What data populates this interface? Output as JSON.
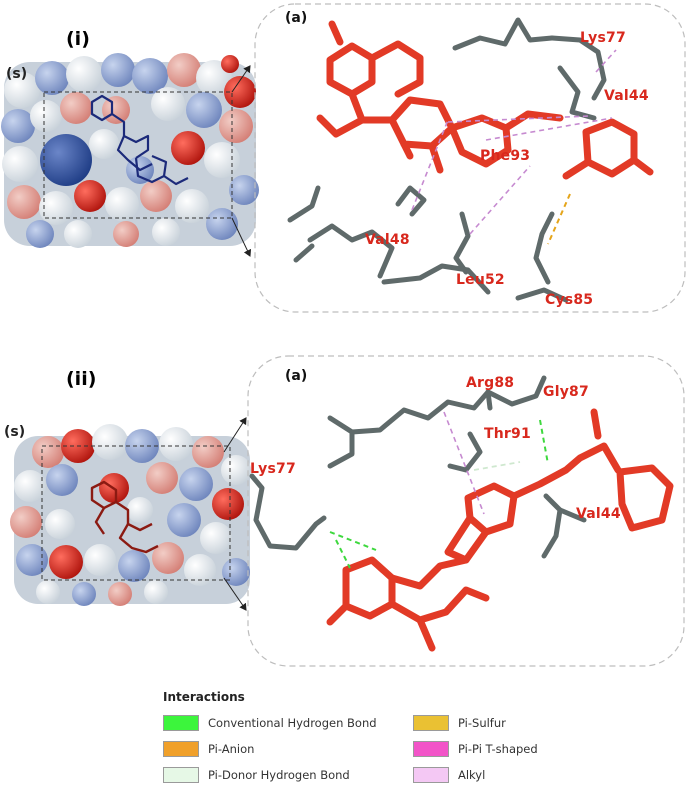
{
  "panels": [
    {
      "label": "(i)",
      "surface_label": "(s)",
      "detail_label": "(a)",
      "residues": [
        "Lys77",
        "Val44",
        "Phe93",
        "Val48",
        "Leu52",
        "Cys85"
      ]
    },
    {
      "label": "(ii)",
      "surface_label": "(s)",
      "detail_label": "(a)",
      "residues": [
        "Arg88",
        "Gly87",
        "Thr91",
        "Lys77",
        "Val44"
      ]
    }
  ],
  "legend": {
    "title": "Interactions",
    "items": [
      {
        "label": "Conventional Hydrogen Bond",
        "color": "#3cf53c"
      },
      {
        "label": "Pi-Anion",
        "color": "#f0a02a"
      },
      {
        "label": "Pi-Donor Hydrogen Bond",
        "color": "#e6f8e6"
      },
      {
        "label": "Pi-Sulfur",
        "color": "#eac133"
      },
      {
        "label": "Pi-Pi T-shaped",
        "color": "#f254c8"
      },
      {
        "label": "Alkyl",
        "color": "#f4c8f4"
      }
    ]
  }
}
